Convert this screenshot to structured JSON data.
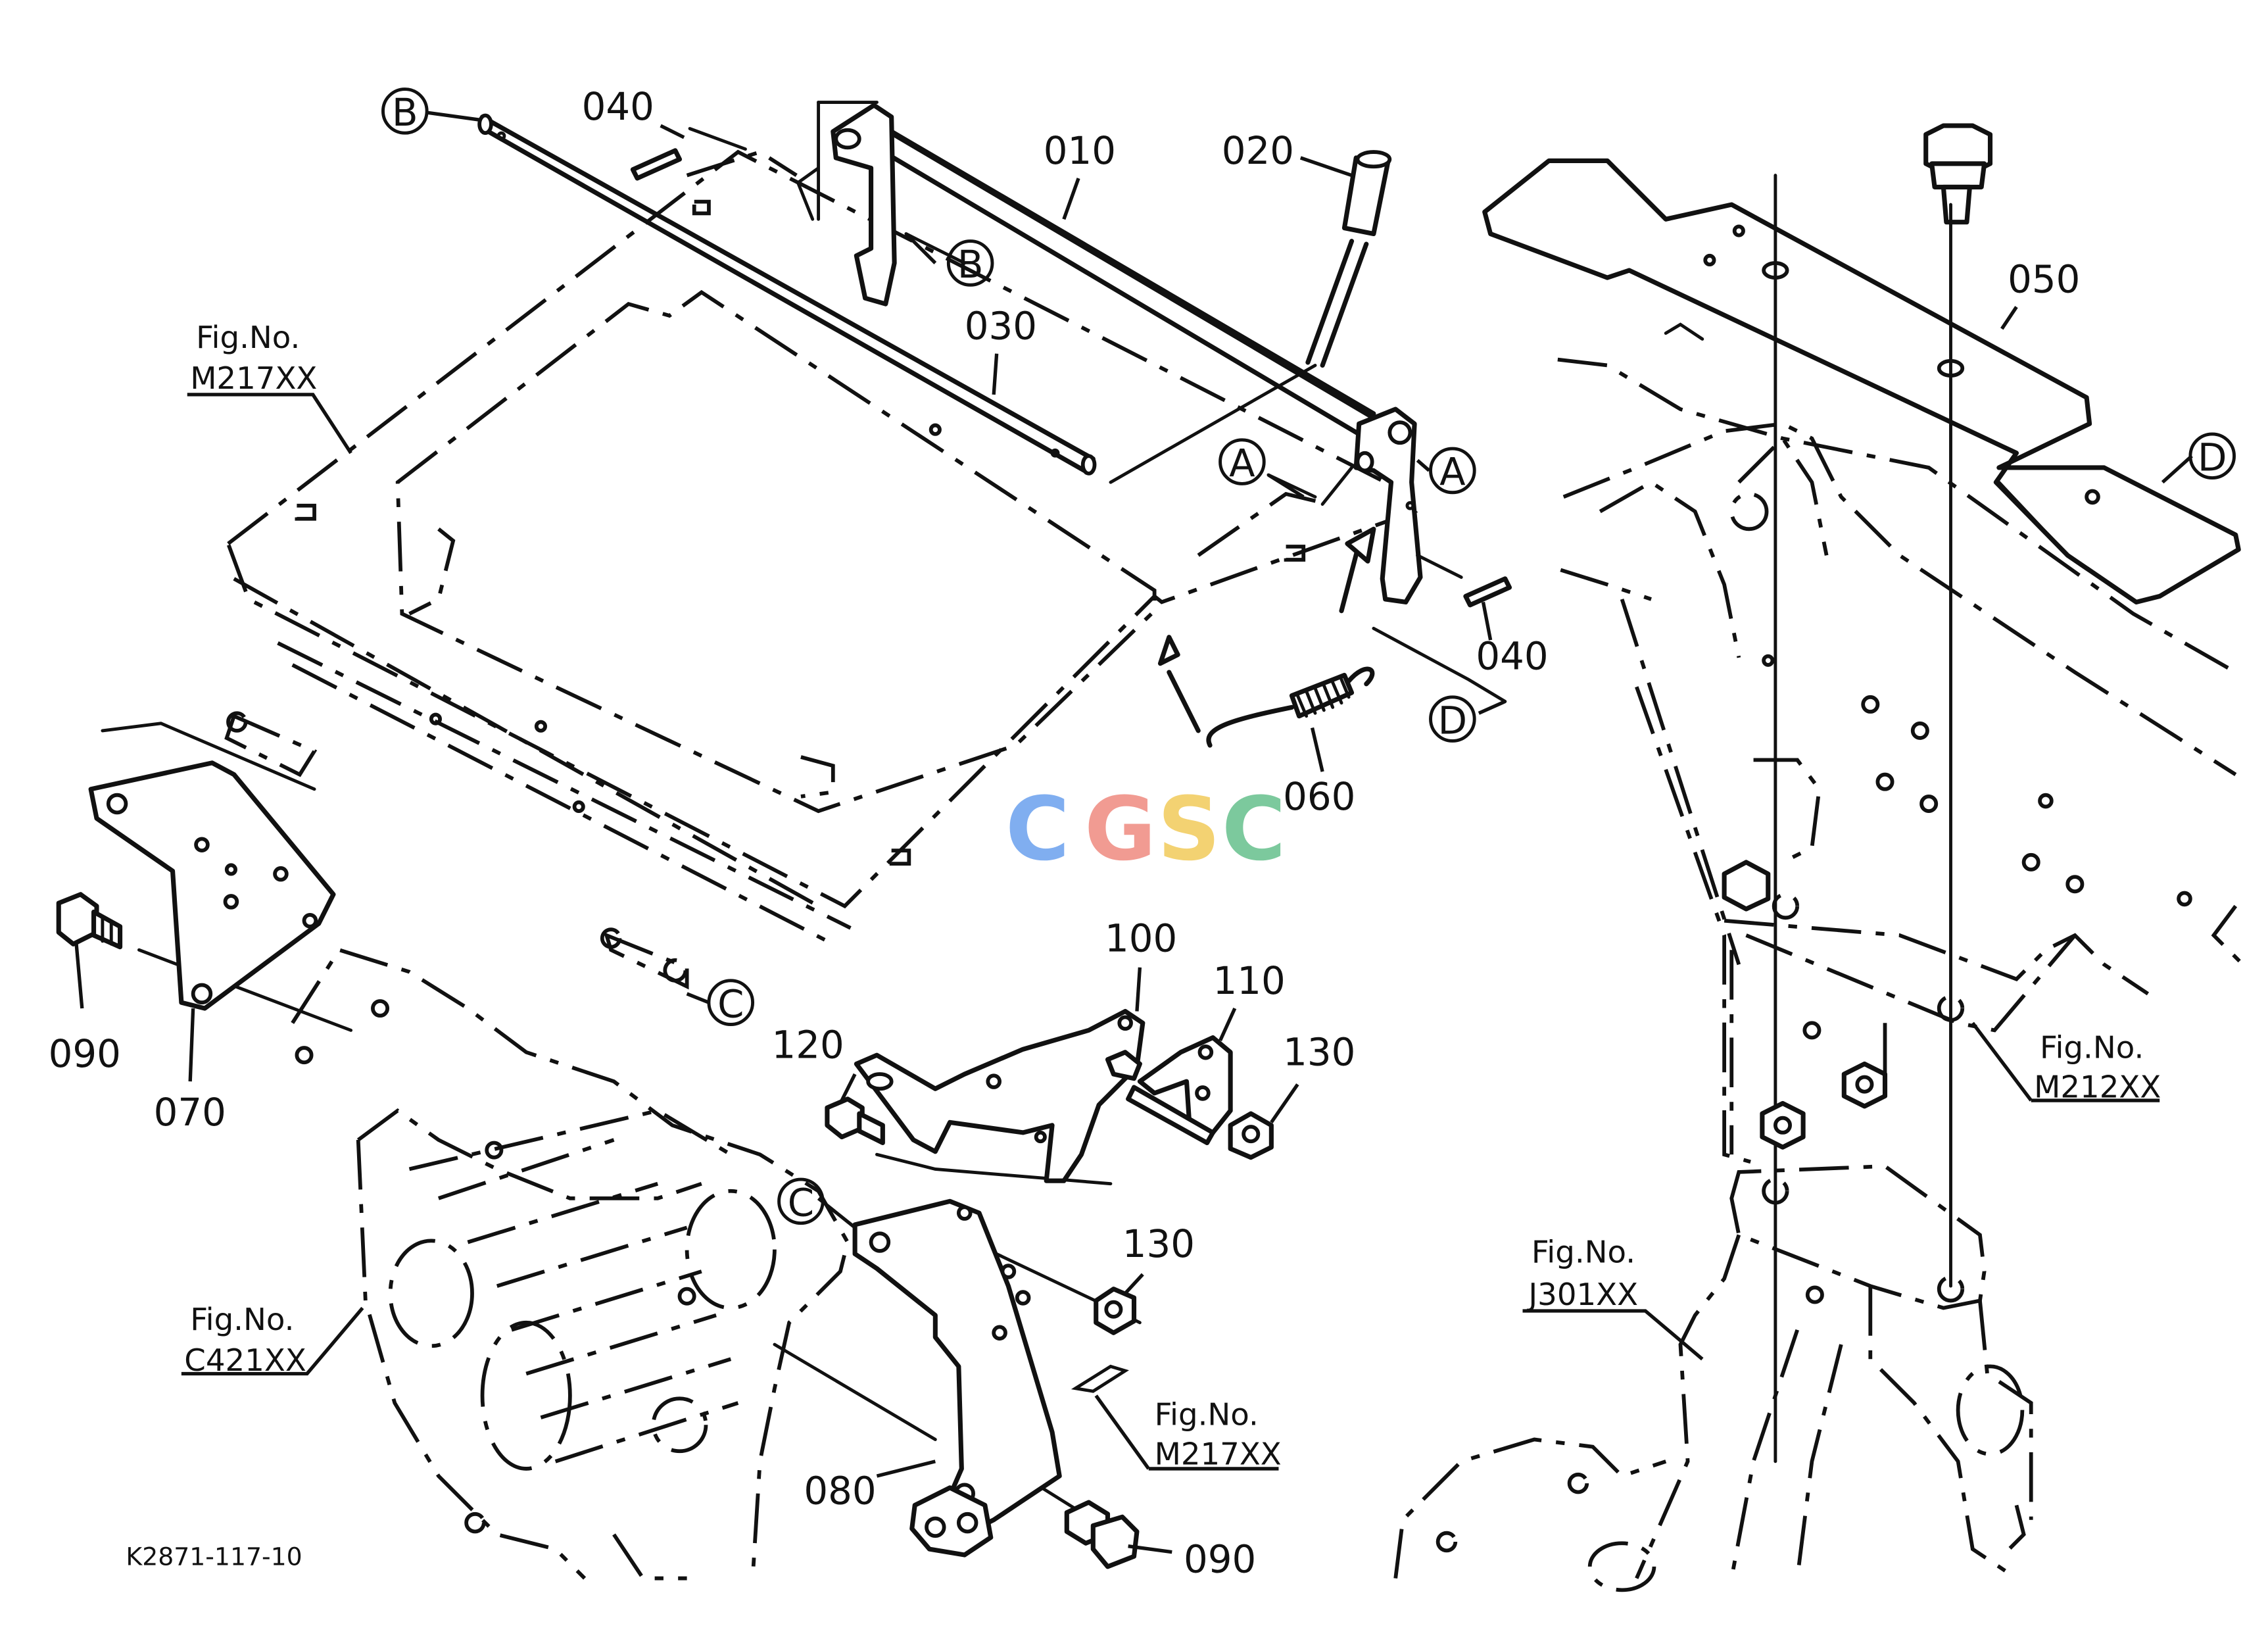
{
  "diagram_code": "K2871-117-10",
  "watermark": {
    "letters": [
      "C",
      "G",
      "S",
      "C"
    ],
    "colors": [
      "#6aa0ee",
      "#ef8a80",
      "#f2cb5a",
      "#66c08c"
    ]
  },
  "part_numbers": {
    "p010": "010",
    "p020": "020",
    "p030": "030",
    "p040_top": "040",
    "p040_right": "040",
    "p050": "050",
    "p060": "060",
    "p070": "070",
    "p080": "080",
    "p090_left": "090",
    "p090_bottom": "090",
    "p100": "100",
    "p110": "110",
    "p120": "120",
    "p130_upper": "130",
    "p130_lower": "130"
  },
  "markers": {
    "b_top": "B",
    "b_mid": "B",
    "a_left": "A",
    "a_right": "A",
    "d_lower": "D",
    "d_right": "D",
    "c_shaft": "C",
    "c_plate": "C"
  },
  "fig_refs": {
    "ref_m217_top": {
      "label": "Fig.No.",
      "code": "M217XX"
    },
    "ref_c421": {
      "label": "Fig.No.",
      "code": "C421XX"
    },
    "ref_m217_bottom": {
      "label": "Fig.No.",
      "code": "M217XX"
    },
    "ref_m212": {
      "label": "Fig.No.",
      "code": "M212XX"
    },
    "ref_j301": {
      "label": "Fig.No.",
      "code": "J301XX"
    }
  }
}
